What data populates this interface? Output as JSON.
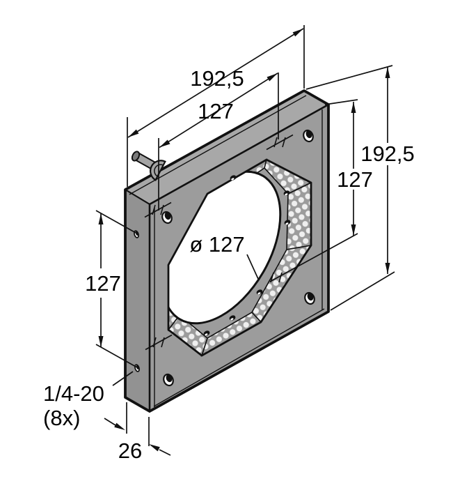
{
  "drawing": {
    "type": "isometric-dimension-drawing",
    "labels": {
      "dim_top_width": "192,5",
      "dim_top_holes": "127",
      "dim_right_height": "192,5",
      "dim_right_holes": "127",
      "dim_left_holes": "127",
      "dim_diameter": "ø 127",
      "thread": "1/4-20",
      "thread_qty": "(8x)",
      "dim_thickness": "26"
    },
    "colors": {
      "background": "#ffffff",
      "front_face": "#9c9c9c",
      "top_face": "#a8a8a8",
      "side_face": "#929292",
      "recess_face": "#9c9c9c",
      "led_dot": "#efefef",
      "connector": "#a4a4a4",
      "connector_cap": "#7a7a7a",
      "line": "#000000"
    }
  }
}
